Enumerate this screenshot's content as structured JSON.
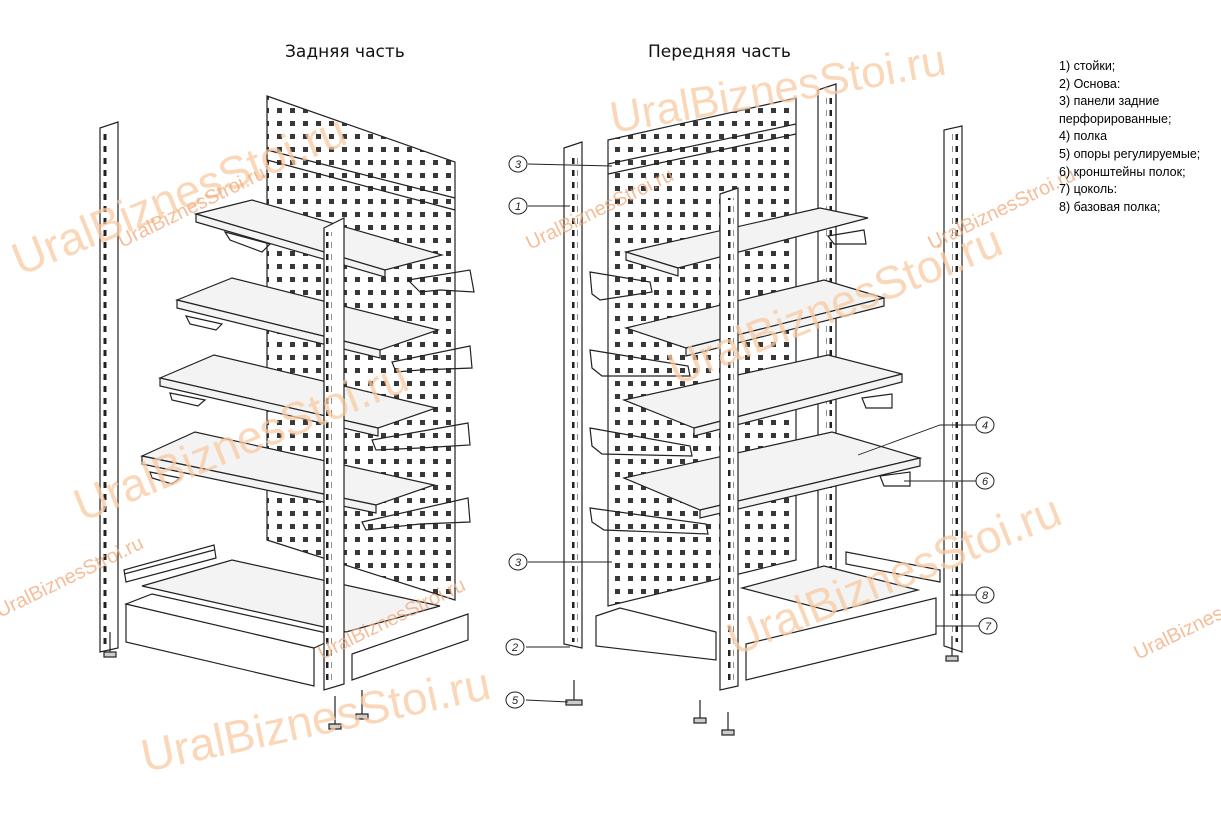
{
  "titles": {
    "back": "Задняя часть",
    "front": "Передняя часть"
  },
  "legend": [
    "1) стойки;",
    "2) Основа:",
    "3) панели задние",
    "перфорированные;",
    "4) полка",
    "5) опоры регулируемые;",
    "6) кронштейны полок;",
    "7) цоколь:",
    "8) базовая полка;"
  ],
  "callouts": [
    "1",
    "2",
    "3",
    "3",
    "4",
    "5",
    "6",
    "7",
    "8"
  ],
  "watermark": {
    "text": "UralBiznesStoi.ru",
    "small_text": "UralBiznesStroi.ru",
    "color": "#f8c9a0"
  },
  "colors": {
    "line": "#222222",
    "shelf_fill": "#f3f3f3"
  }
}
